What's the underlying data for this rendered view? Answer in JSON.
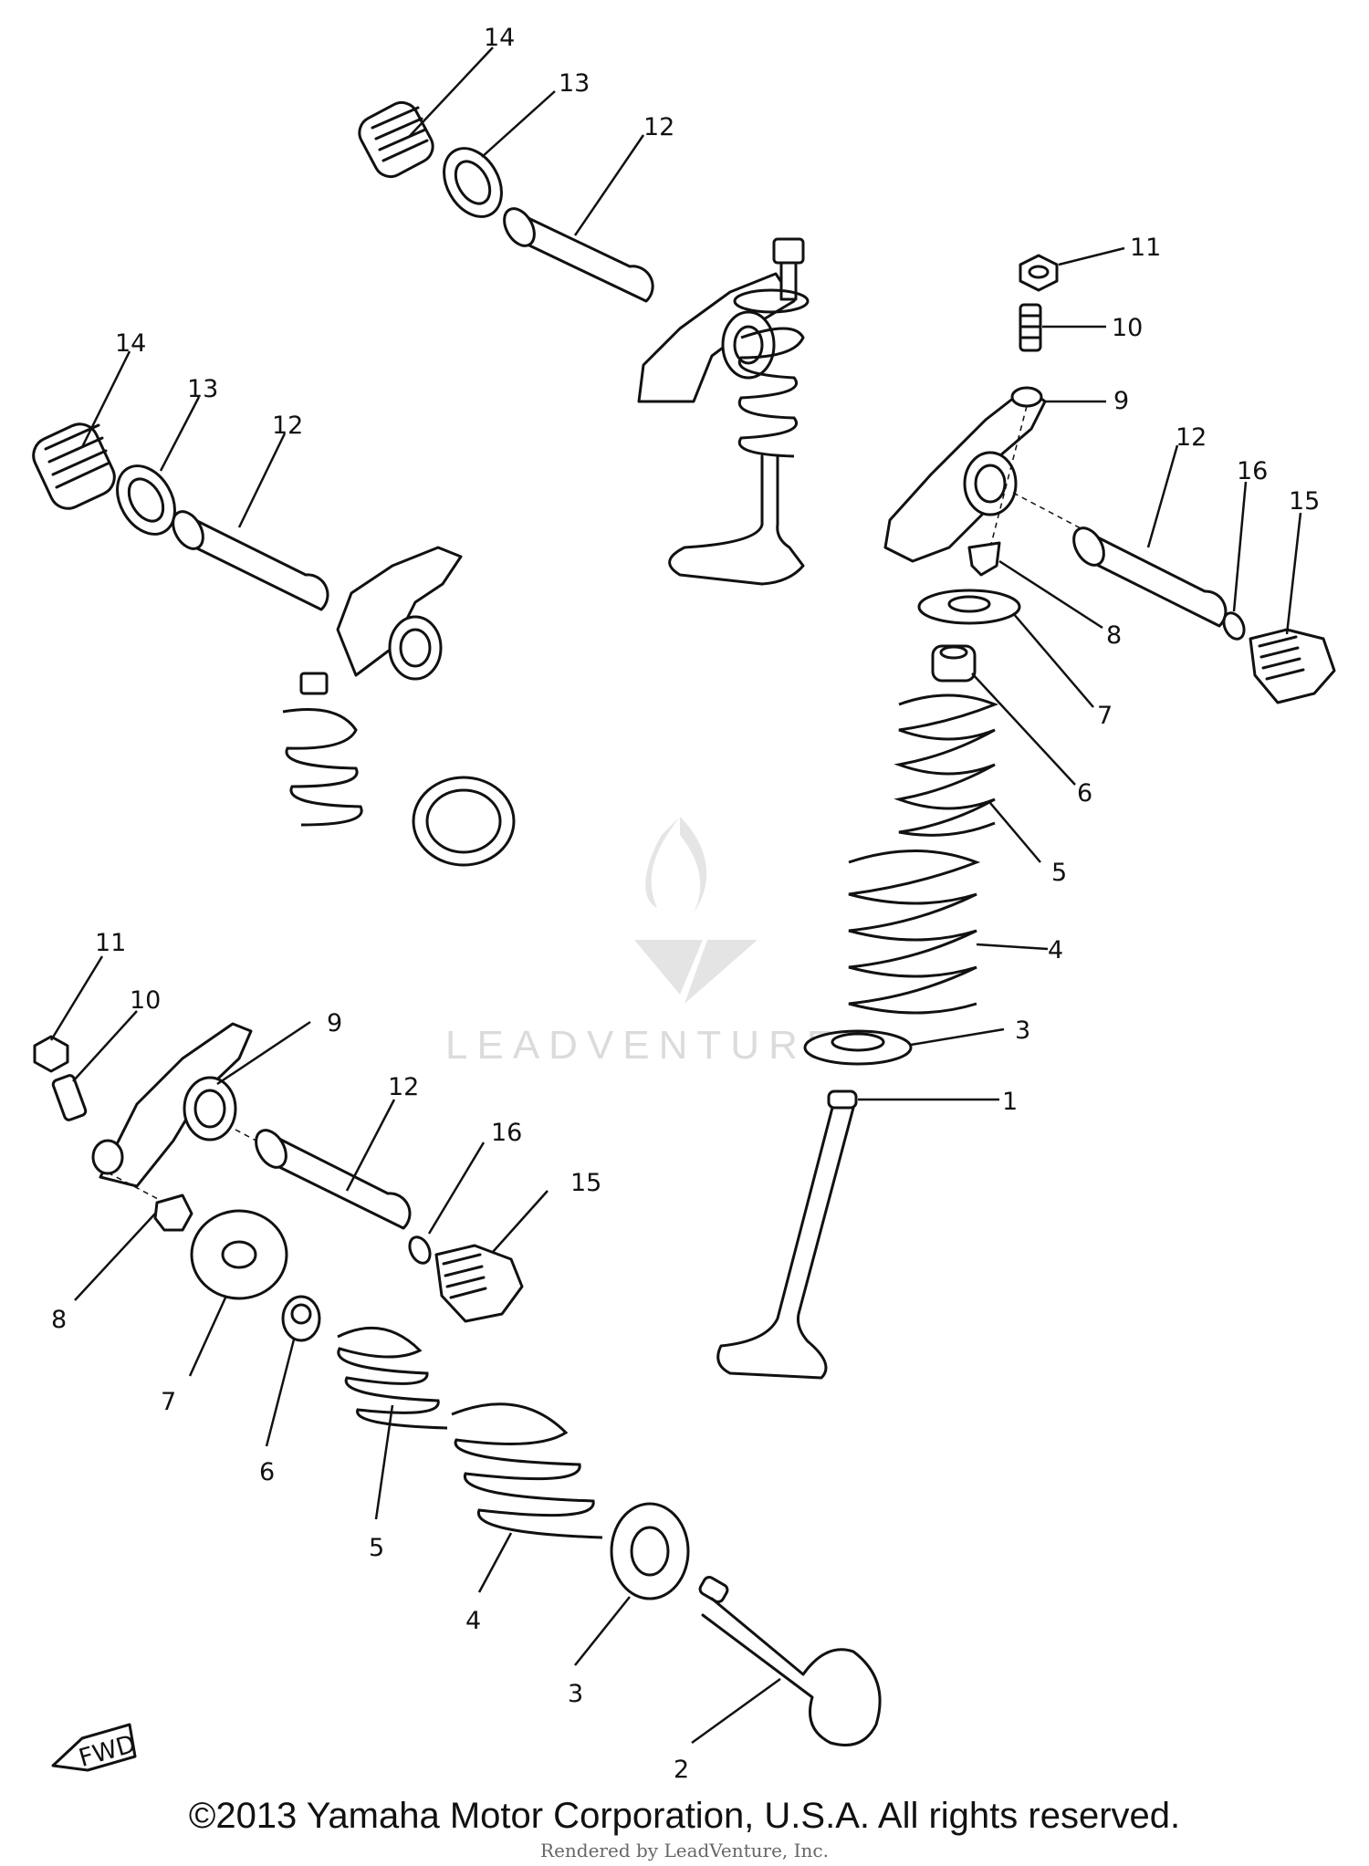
{
  "callouts": {
    "c1": "1",
    "c2": "2",
    "c3a": "3",
    "c3b": "3",
    "c4a": "4",
    "c4b": "4",
    "c5a": "5",
    "c5b": "5",
    "c6a": "6",
    "c6b": "6",
    "c7a": "7",
    "c7b": "7",
    "c8a": "8",
    "c8b": "8",
    "c9a": "9",
    "c9b": "9",
    "c10a": "10",
    "c10b": "10",
    "c11a": "11",
    "c11b": "11",
    "c12a": "12",
    "c12b": "12",
    "c12c": "12",
    "c12d": "12",
    "c13a": "13",
    "c13b": "13",
    "c14a": "14",
    "c14b": "14",
    "c15a": "15",
    "c15b": "15",
    "c16a": "16",
    "c16b": "16"
  },
  "fwd_label": "FWD",
  "watermark": {
    "text": "LEADVENTURE"
  },
  "footer": {
    "copyright": "©2013 Yamaha Motor Corporation, U.S.A. All rights reserved.",
    "rendered_by": "Rendered by LeadVenture, Inc."
  }
}
